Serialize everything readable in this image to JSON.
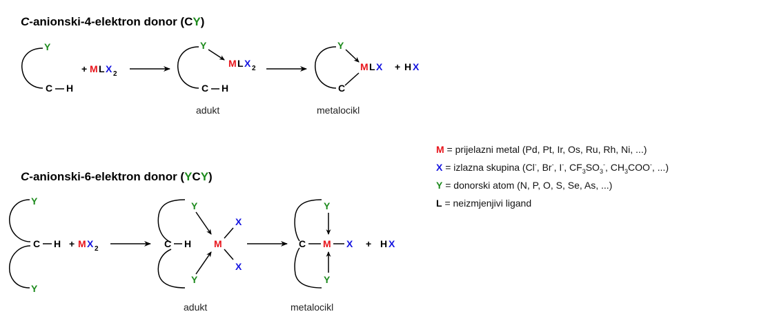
{
  "colors": {
    "metal": "#e8141b",
    "leaving": "#1414e0",
    "donor": "#1d8a1d",
    "text": "#000000"
  },
  "section1": {
    "title_italic": "C",
    "title_rest": "-anionski-4-elektron donor (",
    "title_c": "C",
    "title_y": "Y",
    "title_close": ")",
    "label_adduct": "adukt",
    "label_metallacycle": "metalocikl"
  },
  "section2": {
    "title_italic": "C",
    "title_rest": "-anionski-6-elektron donor (",
    "title_y1": "Y",
    "title_c": "C",
    "title_y2": "Y",
    "title_close": ")",
    "label_adduct": "adukt",
    "label_metallacycle": "metalocikl"
  },
  "atoms": {
    "M": "M",
    "L": "L",
    "X": "X",
    "Y": "Y",
    "C": "C",
    "H": "H",
    "sub2": "2",
    "plus": "+"
  },
  "legend": {
    "m_symbol": "M",
    "m_text": " = prijelazni metal (Pd, Pt, Ir, Os, Ru, Rh, Ni, ...)",
    "x_symbol": "X",
    "x_text_1": " = izlazna skupina (Cl",
    "x_sup_1": "-",
    "x_text_2": ", Br",
    "x_sup_2": "-",
    "x_text_3": ", I",
    "x_sup_3": "-",
    "x_text_4": ", CF",
    "x_sub_4": "3",
    "x_text_5": "SO",
    "x_sub_5": "3",
    "x_sup_5": "-",
    "x_text_6": ", CH",
    "x_sub_6": "3",
    "x_text_7": "COO",
    "x_sup_7": "-",
    "x_text_8": ", ...)",
    "y_symbol": "Y",
    "y_text": " = donorski atom (N, P, O, S, Se, As, ...)",
    "l_symbol": "L",
    "l_text": " = neizmjenjivi ligand"
  }
}
